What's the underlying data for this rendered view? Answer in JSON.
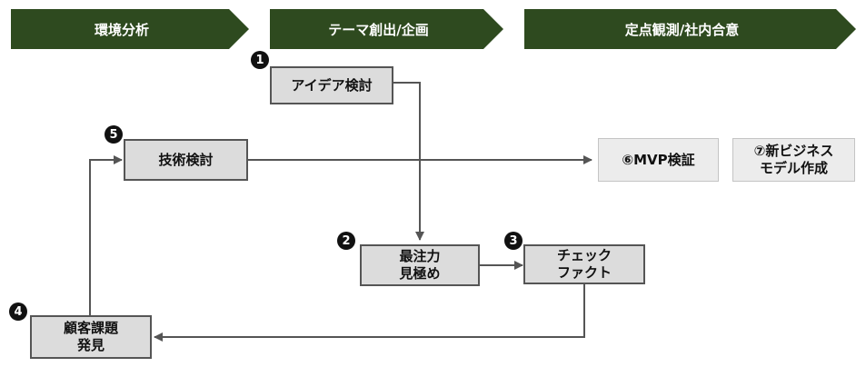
{
  "phases": {
    "analysis": "環境分析",
    "theme": "テーマ創出/企画",
    "monitor": "定点観測/社内合意"
  },
  "boxes": {
    "idea": "アイデア検討",
    "tech": "技術検討",
    "focus_line1": "最注力",
    "focus_line2": "見極め",
    "check_line1": "チェック",
    "check_line2": "ファクト",
    "issue_line1": "顧客課題",
    "issue_line2": "発見",
    "mvp": "⑥MVP検証",
    "model_line1": "⑦新ビジネス",
    "model_line2": "モデル作成"
  },
  "badges": {
    "b1": "1",
    "b2": "2",
    "b3": "3",
    "b4": "4",
    "b5": "5"
  },
  "colors": {
    "phase_bg": "#2e4a1f",
    "box_bg": "#dcdcdc",
    "box_border": "#555555",
    "arrow": "#555555"
  }
}
